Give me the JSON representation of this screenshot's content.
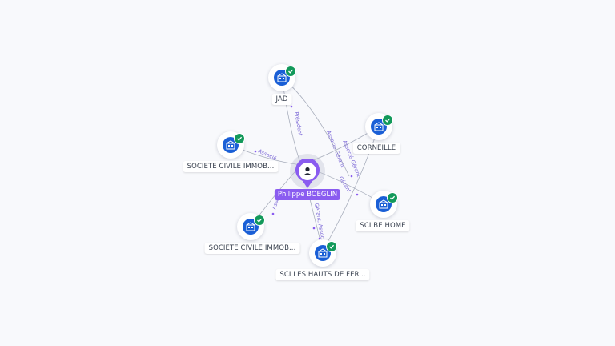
{
  "center": {
    "label": "Philippe BOEGLIN",
    "icon": "person-icon"
  },
  "companies": [
    {
      "id": "jad",
      "label": "JAD",
      "icon": "building-icon",
      "verified": true
    },
    {
      "id": "corneille",
      "label": "CORNEILLE",
      "icon": "building-icon",
      "verified": true
    },
    {
      "id": "sci-immob-1",
      "label": "SOCIETE CIVILE IMMOB...",
      "icon": "building-icon",
      "verified": true
    },
    {
      "id": "sci-be-home",
      "label": "SCI BE HOME",
      "icon": "building-icon",
      "verified": true
    },
    {
      "id": "sci-immob-2",
      "label": "SOCIETE CIVILE IMMOB...",
      "icon": "building-icon",
      "verified": true
    },
    {
      "id": "sci-hauts-de-fer",
      "label": "SCI LES HAUTS DE FER...",
      "icon": "building-icon",
      "verified": true
    }
  ],
  "edge_labels": {
    "president": "Président",
    "associe": "Associé",
    "associe_gerant": "Associé Gérant",
    "gerant_associe": "Gérant, Associé",
    "gerant": "Gérant"
  },
  "colors": {
    "center_marker": "#8a5cf0",
    "company_icon": "#1a5fd6",
    "verified_badge": "#12995a",
    "edge": "#a9afbd",
    "edge_label": "#7a66d6"
  }
}
